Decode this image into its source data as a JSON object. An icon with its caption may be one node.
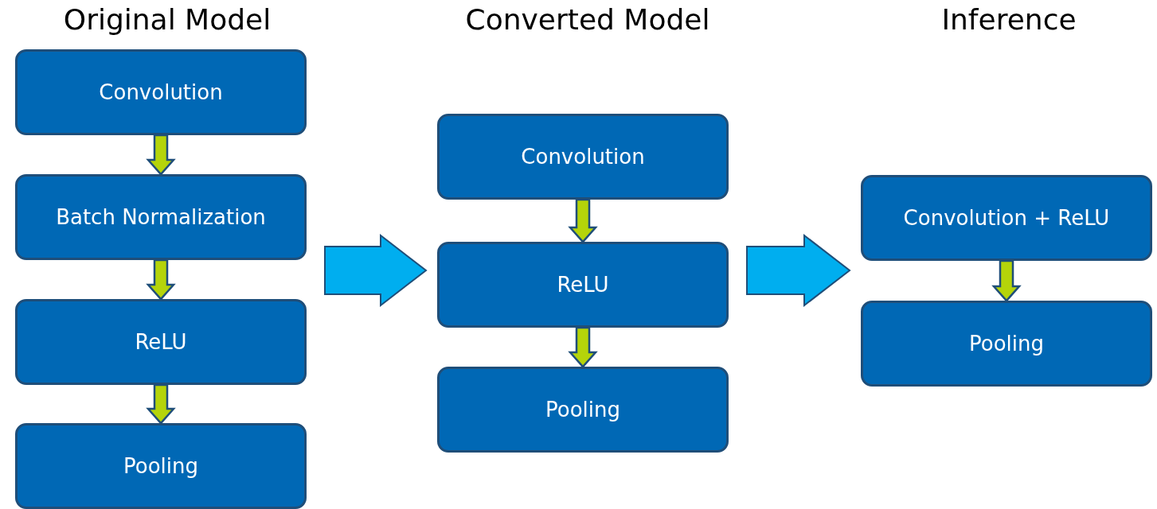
{
  "diagram": {
    "nodes": [
      {
        "text": [
          "Convolution"
        ]
      },
      {
        "text": [
          "Batch Normalization"
        ]
      },
      {
        "text": [
          "ReLU"
        ]
      },
      {
        "text": [
          "Pooling"
        ]
      },
      {
        "text": [
          "Convolution"
        ]
      },
      {
        "text": [
          "ReLU"
        ]
      },
      {
        "text": [
          "Pooling"
        ]
      },
      {
        "text": [
          "Convolution + ReLU"
        ]
      },
      {
        "text": [
          "Pooling"
        ]
      }
    ],
    "edges": [
      {
        "from": 0,
        "to": 1,
        "arrow": "to"
      },
      {
        "from": 1,
        "to": 2,
        "arrow": "to"
      },
      {
        "from": 2,
        "to": 3,
        "arrow": "to"
      },
      {
        "from": 4,
        "to": 5,
        "arrow": "to"
      },
      {
        "from": 5,
        "to": 6,
        "arrow": "to"
      },
      {
        "from": 7,
        "to": 8,
        "arrow": "to"
      },
      {
        "from": 1,
        "to": 5,
        "arrow": "to",
        "style": "thick",
        "color": "#00aeef"
      },
      {
        "from": 5,
        "to": 7,
        "arrow": "to",
        "style": "thick",
        "color": "#00aeef"
      }
    ],
    "labels": [
      "Original Model",
      "Converted Model",
      "Inference"
    ]
  }
}
